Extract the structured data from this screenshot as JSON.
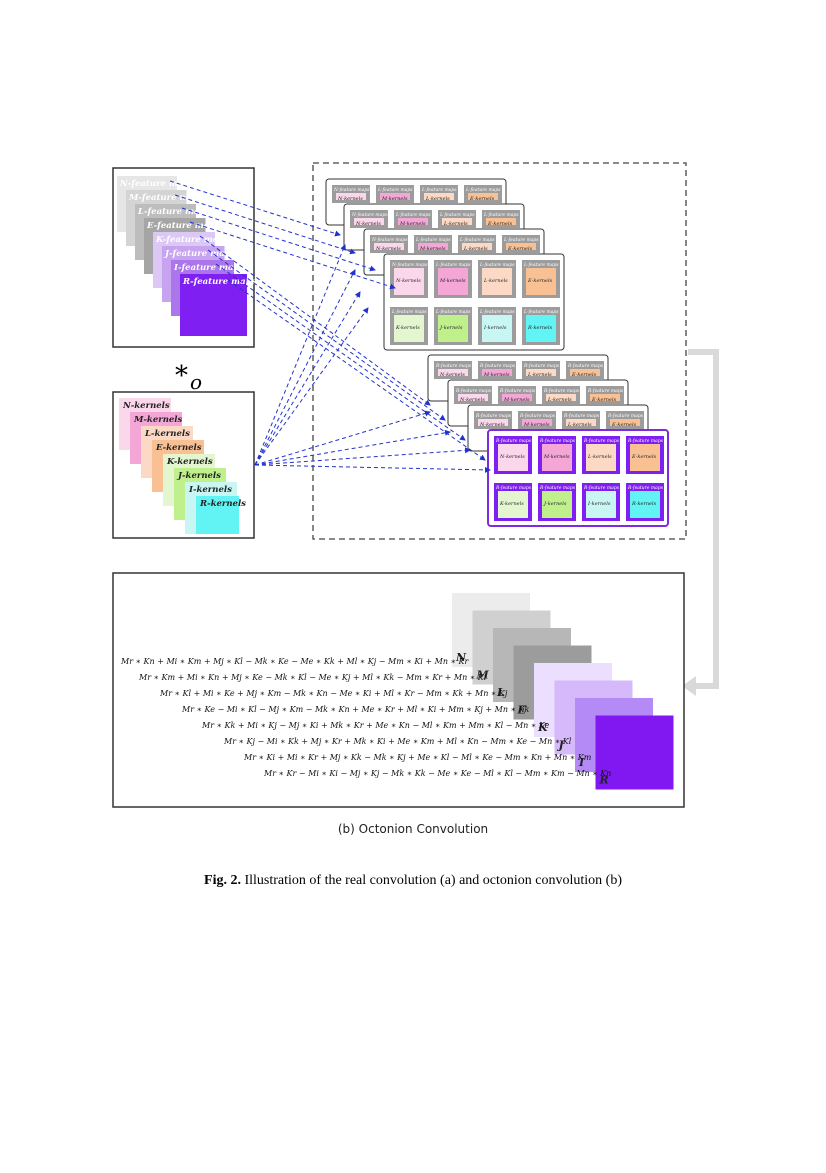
{
  "operator_symbol": "*",
  "operator_subscript": "o",
  "input_feature_maps": [
    "N-feature maps",
    "M-feature maps",
    "L-feature maps",
    "E-feature maps",
    "K-feature maps",
    "J-feature maps",
    "I-feature maps",
    "R-feature maps"
  ],
  "input_kernels": [
    "N-kernels",
    "M-kernels",
    "L-kernels",
    "E-kernels",
    "K-kernels",
    "J-kernels",
    "I-kernels",
    "R-kernels"
  ],
  "grid_top_row": {
    "maps": [
      "N-feature maps",
      "L-feature maps",
      "L-feature maps",
      "L-feature maps"
    ],
    "kernels": [
      "N-kernels",
      "M-kernels",
      "L-kernels",
      "E-kernels"
    ]
  },
  "grid_bottom_row": {
    "maps": [
      "L-feature maps",
      "L-feature maps",
      "L-feature maps",
      "L-feature maps"
    ],
    "kernels": [
      "K-kernels",
      "J-kernels",
      "I-kernels",
      "R-kernels"
    ]
  },
  "grid2_top_row": {
    "maps": [
      "R-feature maps",
      "R-feature maps",
      "R-feature maps",
      "R-feature maps"
    ],
    "kernels": [
      "N-kernels",
      "M-kernels",
      "L-kernels",
      "E-kernels"
    ]
  },
  "grid2_bottom_row": {
    "maps": [
      "R-feature maps",
      "R-feature maps",
      "R-feature maps",
      "R-feature maps"
    ],
    "kernels": [
      "K-kernels",
      "J-kernels",
      "I-kernels",
      "R-kernels"
    ]
  },
  "output_labels": [
    "N",
    "M",
    "L",
    "E",
    "K",
    "J",
    "I",
    "R"
  ],
  "equations": [
    "Mr ∗ Kn + Mi ∗ Km + Mj ∗ Kl − Mk ∗ Ke − Me ∗ Kk + Ml ∗ Kj − Mm ∗ Ki + Mn ∗ Kr",
    "Mr ∗ Km + Mi ∗ Kn + Mj ∗ Ke − Mk ∗ Kl − Me ∗ Kj + Ml ∗ Kk − Mm ∗ Kr + Mn ∗ Ki",
    "Mr ∗ Kl + Mi ∗ Ke + Mj ∗ Km − Mk ∗ Kn − Me ∗ Ki + Ml ∗ Kr − Mm ∗ Kk + Mn ∗ Kj",
    "Mr ∗ Ke − Mi ∗ Kl − Mj ∗ Km − Mk ∗ Kn + Me ∗ Kr + Ml ∗ Ki + Mm ∗ Kj + Mn ∗ Kk",
    "Mr ∗ Kk + Mi ∗ Kj − Mj ∗ Ki + Mk ∗ Kr + Me ∗ Kn − Ml ∗ Km + Mm ∗ Kl − Mn ∗ Ke",
    "Mr ∗ Kj − Mi ∗ Kk + Mj ∗ Kr + Mk ∗ Ki + Me ∗ Km + Ml ∗ Kn − Mm ∗ Ke − Mn ∗ Kl",
    "Mr ∗ Ki + Mi ∗ Kr + Mj ∗ Kk − Mk ∗ Kj + Me ∗ Kl − Ml ∗ Ke − Mm ∗ Kn + Mn ∗ Km",
    "Mr ∗ Kr − Mi ∗ Ki − Mj ∗ Kj − Mk ∗ Kk − Me ∗ Ke − Ml ∗ Kl − Mm ∗ Km − Mn ∗ Kn"
  ],
  "subcaption": "(b) Octonion Convolution",
  "caption_label": "Fig. 2.",
  "caption_text": "Illustration of the real convolution (a) and octonion convolution (b)",
  "colors": {
    "feature_grays": [
      "#e6e6e6",
      "#d4d4d4",
      "#bdbdbd",
      "#a5a5a5"
    ],
    "feature_purples": [
      "#dcc8f5",
      "#c7a3f0",
      "#ab75ec",
      "#7f1ff2"
    ],
    "kernel_colors": [
      "#fbd7ec",
      "#f4a6d7",
      "#fcd9c4",
      "#f9c193",
      "#e3f6d0",
      "#bff08c",
      "#c8f7f3",
      "#62f3f5"
    ],
    "arrow": "#2233cc",
    "output_grays": [
      "#ececec",
      "#d0d0d0",
      "#b7b7b7",
      "#9c9c9c"
    ],
    "output_purples": [
      "#ecdefe",
      "#d5b9fb",
      "#b48bf6",
      "#8118f2"
    ]
  }
}
